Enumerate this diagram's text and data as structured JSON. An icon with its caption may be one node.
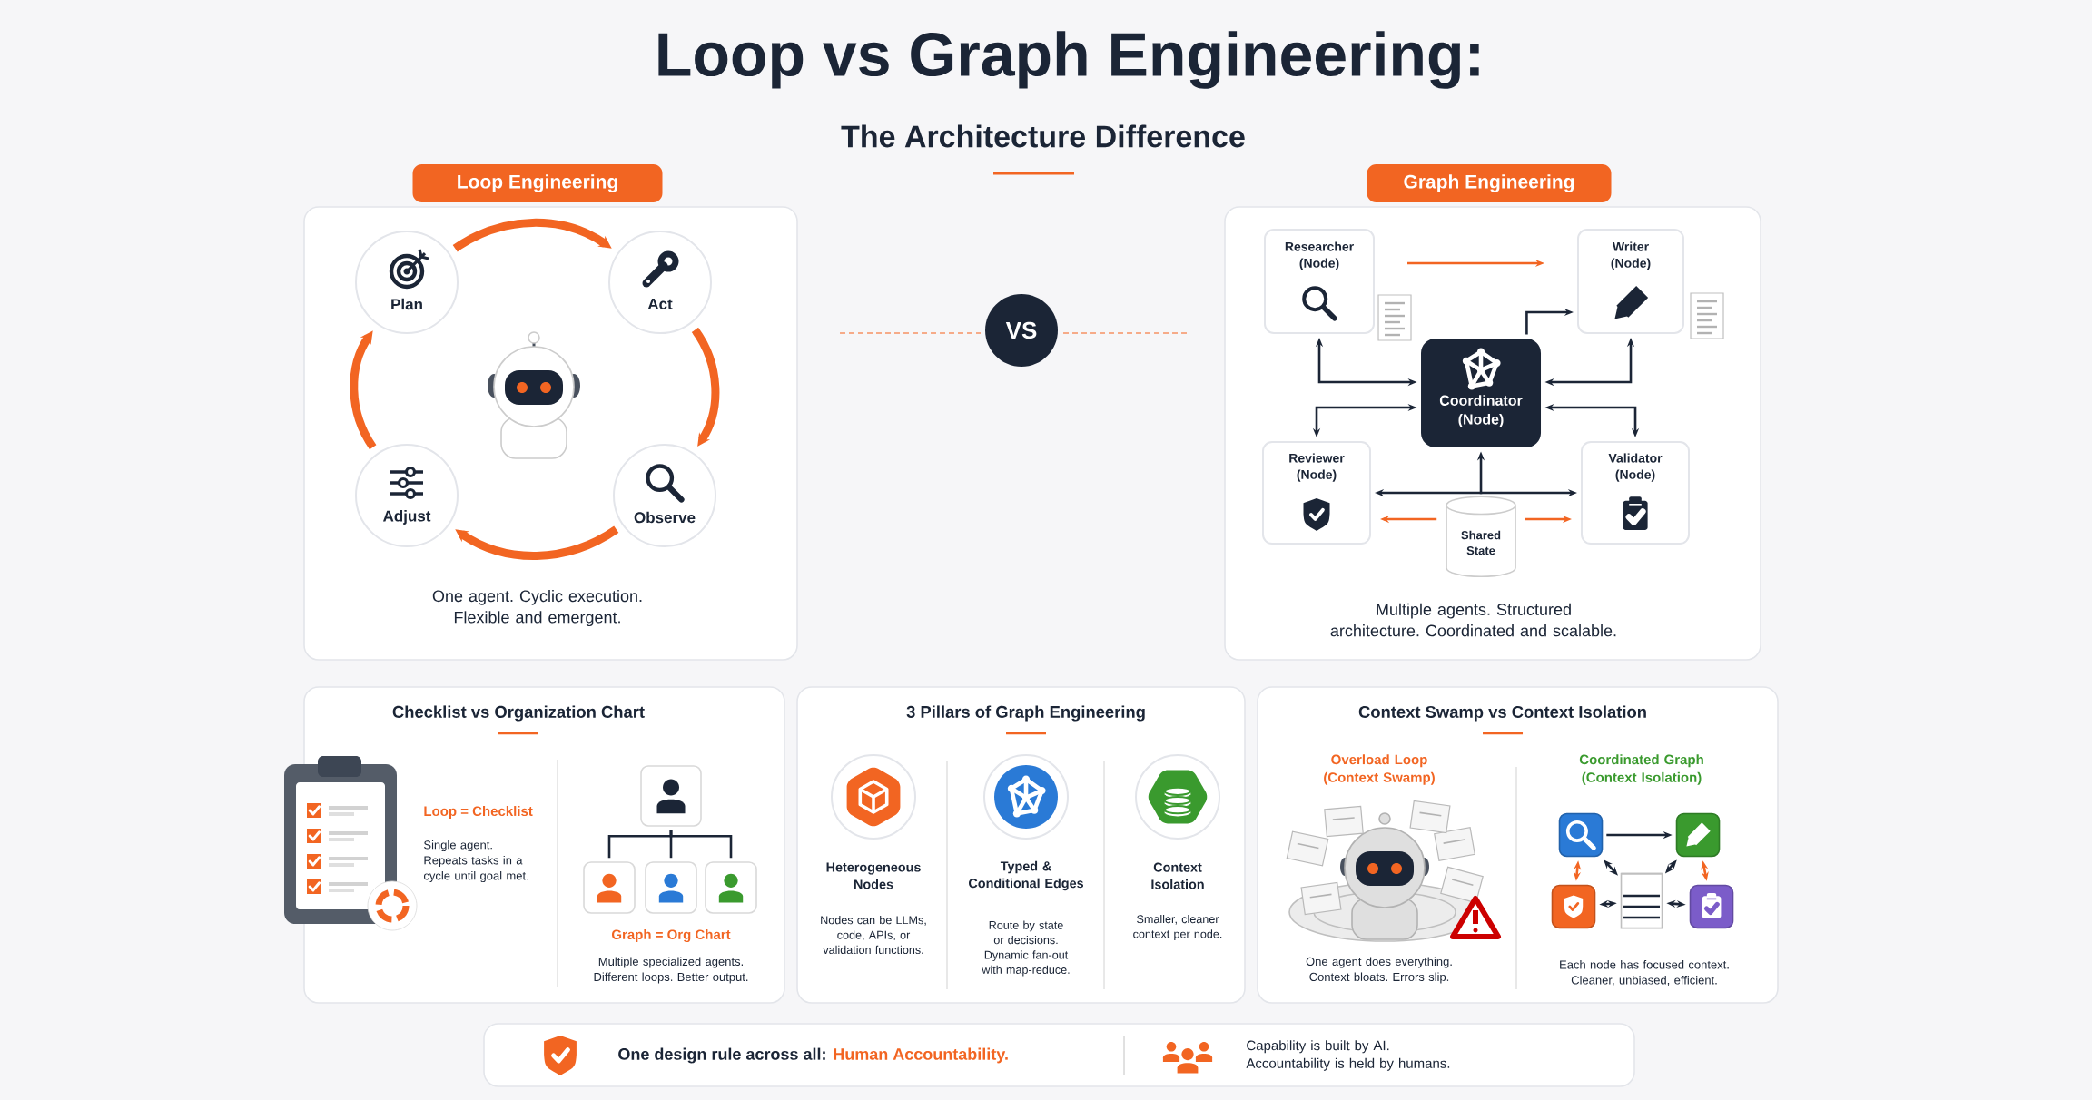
{
  "diagram": {
    "title": "Loop vs Graph Engineering:",
    "nodes": [
      {
        "text": [
          "Loop Engineering",
          "One agent. Cyclic execution. Flexible and emergent."
        ]
      },
      {
        "text": [
          "Plan"
        ],
        "in": 0
      },
      {
        "text": [
          "Act"
        ],
        "in": 0
      },
      {
        "text": [
          "Adjust"
        ],
        "in": 0
      },
      {
        "text": [
          "Observe"
        ],
        "in": 0
      },
      {
        "text": [
          "VS"
        ]
      },
      {
        "text": [
          "Graph Engineering",
          "Multiple agents. Structured architecture. Coordinated and scalable."
        ]
      },
      {
        "text": [
          "Researcher (Node)"
        ],
        "in": 6
      },
      {
        "text": [
          "Writer (Node)"
        ],
        "in": 6
      },
      {
        "text": [
          "Coordinator (Node)"
        ],
        "in": 6
      },
      {
        "text": [
          "Reviewer (Node)"
        ],
        "in": 6
      },
      {
        "text": [
          "Validator (Node)"
        ],
        "in": 6
      },
      {
        "text": [
          "Shared State"
        ],
        "in": 6
      },
      {
        "text": [
          "Checklist vs Organization Chart"
        ]
      },
      {
        "text": [],
        "shape": "box",
        "in": 13
      },
      {
        "text": [],
        "shape": "box",
        "in": 13
      },
      {
        "text": [],
        "shape": "box",
        "in": 13
      },
      {
        "text": [],
        "shape": "box",
        "in": 13
      },
      {
        "text": [
          "3 Pillars of Graph Engineering"
        ]
      },
      {
        "text": [
          "Context Swamp vs Context Isolation"
        ]
      },
      {
        "text": [],
        "shape": "box",
        "in": 19
      },
      {
        "text": [],
        "shape": "box",
        "in": 19
      },
      {
        "text": [],
        "shape": "box",
        "in": 19
      },
      {
        "text": [],
        "shape": "cylinder",
        "in": 19
      },
      {
        "text": [],
        "shape": "box",
        "in": 19
      },
      {
        "text": [
          "One design rule across all:",
          "Human Accountability.",
          "Capability is built by AI. Accountability is held by humans."
        ]
      }
    ],
    "edges": [
      {
        "from": 1,
        "to": 2,
        "arrow": "to",
        "style": "thick",
        "color": "#f26522"
      },
      {
        "from": 2,
        "to": 4,
        "arrow": "to",
        "style": "thick",
        "color": "#f26522"
      },
      {
        "from": 4,
        "to": 3,
        "arrow": "to",
        "style": "thick",
        "color": "#f26522"
      },
      {
        "from": 3,
        "to": 1,
        "arrow": "to",
        "style": "thick",
        "color": "#f26522"
      },
      {
        "from": 7,
        "to": 8,
        "arrow": "to",
        "color": "#f26522"
      },
      {
        "from": 7,
        "to": 9,
        "arrow": "both"
      },
      {
        "from": 8,
        "to": 9,
        "arrow": "both"
      },
      {
        "from": 9,
        "to": 8,
        "arrow": "to"
      },
      {
        "from": 9,
        "to": 10,
        "arrow": "both"
      },
      {
        "from": 9,
        "to": 11,
        "arrow": "both"
      },
      {
        "from": 12,
        "to": 9,
        "arrow": "to"
      },
      {
        "from": 12,
        "to": 10,
        "arrow": "to"
      },
      {
        "from": 12,
        "to": 11,
        "arrow": "to"
      },
      {
        "from": 12,
        "to": 10,
        "arrow": "to",
        "color": "#f26522"
      },
      {
        "from": 12,
        "to": 11,
        "arrow": "to",
        "color": "#f26522"
      },
      {
        "from": 14,
        "to": 15,
        "arrow": "none"
      },
      {
        "from": 14,
        "to": 16,
        "arrow": "none"
      },
      {
        "from": 14,
        "to": 17,
        "arrow": "none"
      },
      {
        "from": 20,
        "to": 21,
        "arrow": "to"
      },
      {
        "from": 20,
        "to": 22,
        "arrow": "both",
        "color": "#f26522"
      },
      {
        "from": 21,
        "to": 24,
        "arrow": "both",
        "color": "#f26522"
      },
      {
        "from": 20,
        "to": 23,
        "arrow": "both"
      },
      {
        "from": 21,
        "to": 23,
        "arrow": "both"
      },
      {
        "from": 22,
        "to": 23,
        "arrow": "both"
      },
      {
        "from": 23,
        "to": 24,
        "arrow": "both"
      }
    ],
    "labels": [
      "The Architecture Difference",
      "Loop = Checklist",
      "Single agent. Repeats tasks in a cycle until goal met.",
      "Graph = Org Chart",
      "Multiple specialized agents. Different loops. Better output.",
      "Heterogeneous Nodes",
      "Nodes can be LLMs, code, APIs, or validation functions.",
      "Typed & Conditional Edges",
      "Route by state or decisions. Dynamic fan-out with map-reduce.",
      "Context Isolation",
      "Smaller, cleaner context per node.",
      "Overload Loop (Context Swamp)",
      "Coordinated Graph (Context Isolation)",
      "One agent does everything. Context bloats. Errors slip.",
      "Each node has focused context. Cleaner, unbiased, efficient."
    ]
  }
}
